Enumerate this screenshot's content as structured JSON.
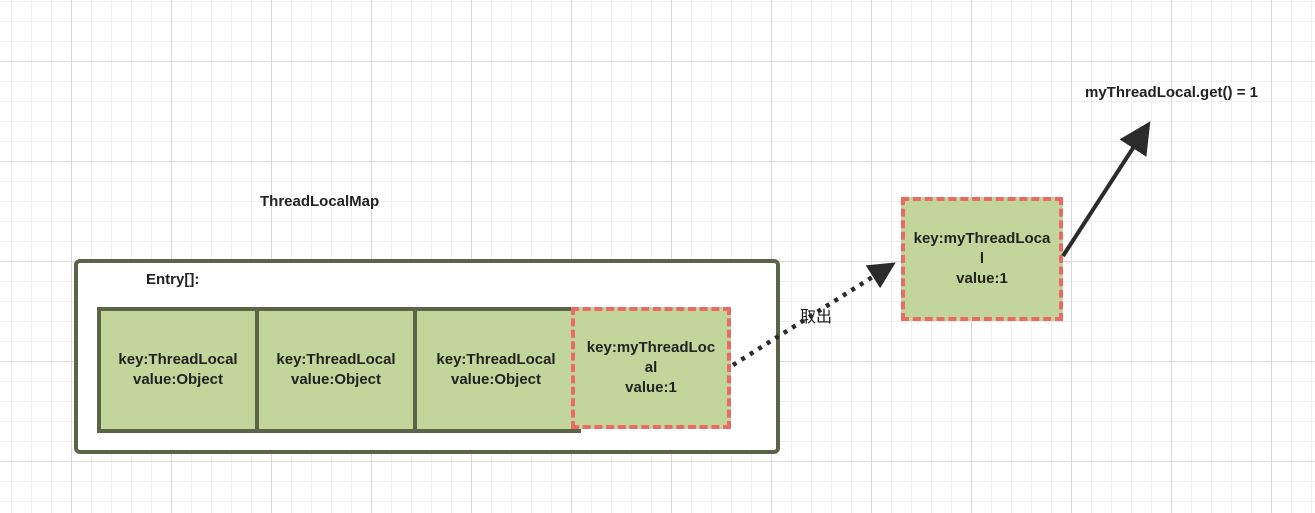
{
  "colors": {
    "frame_stroke": "#5c6448",
    "cell_fill": "#c2d69b",
    "highlight_stroke": "#ea6b66",
    "arrow": "#2b2b2b",
    "grid_major": "#d9d9d9",
    "grid_minor": "#efefef"
  },
  "map_title": "ThreadLocalMap",
  "entry_label": "Entry[]:",
  "entries": [
    {
      "key": "key:ThreadLocal",
      "value": "value:Object"
    },
    {
      "key": "key:ThreadLocal",
      "value": "value:Object"
    },
    {
      "key": "key:ThreadLocal",
      "value": "value:Object"
    }
  ],
  "highlighted_entry": {
    "key": "key:myThreadLocal",
    "value": "value:1"
  },
  "retrieved_entry": {
    "key": "key:myThreadLocal",
    "value": "value:1"
  },
  "retrieve_label": "取出",
  "result_label": "myThreadLocal.get() = 1"
}
